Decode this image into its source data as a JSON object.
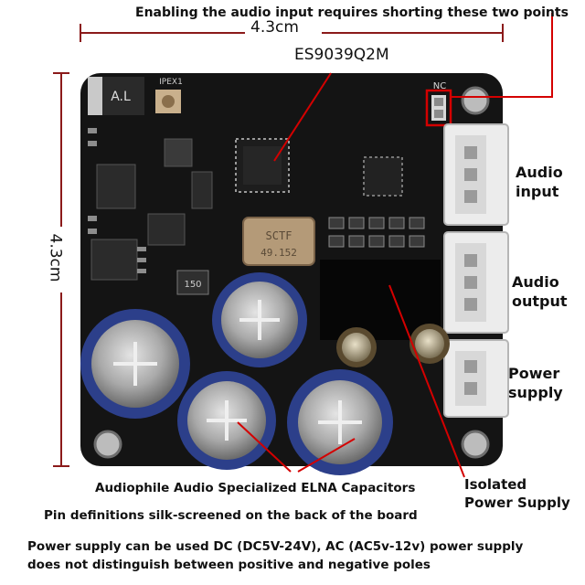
{
  "annotations": {
    "top_note": "Enabling the audio input requires shorting these two points",
    "width_dim": "4.3cm",
    "height_dim": "4.3cm",
    "chip_label": "ES9039Q2M",
    "nc_label": "NC",
    "audio_input": [
      "Audio",
      "input"
    ],
    "audio_output": [
      "Audio",
      "output"
    ],
    "power_supply": [
      "Power",
      "supply"
    ],
    "capacitors": "Audiophile Audio Specialized ELNA Capacitors",
    "isolated_power": [
      "Isolated",
      "Power Supply"
    ],
    "pin_note": "Pin definitions silk-screened on the back of the board",
    "power_note_1": "Power supply can be used DC (DC5V-24V), AC (AC5v-12v) power supply",
    "power_note_2": "does not distinguish between positive and negative poles"
  },
  "board_marks": {
    "al": "A.L",
    "ipex": "IPEX1",
    "crystal": [
      "SCTF",
      "49.152"
    ],
    "inductor": "150"
  },
  "colors": {
    "dimension": "#8b1a1a",
    "callout": "#d40000",
    "pcb": "#141414",
    "connector": "#ececec",
    "capacitor": "#2c3f8a"
  }
}
